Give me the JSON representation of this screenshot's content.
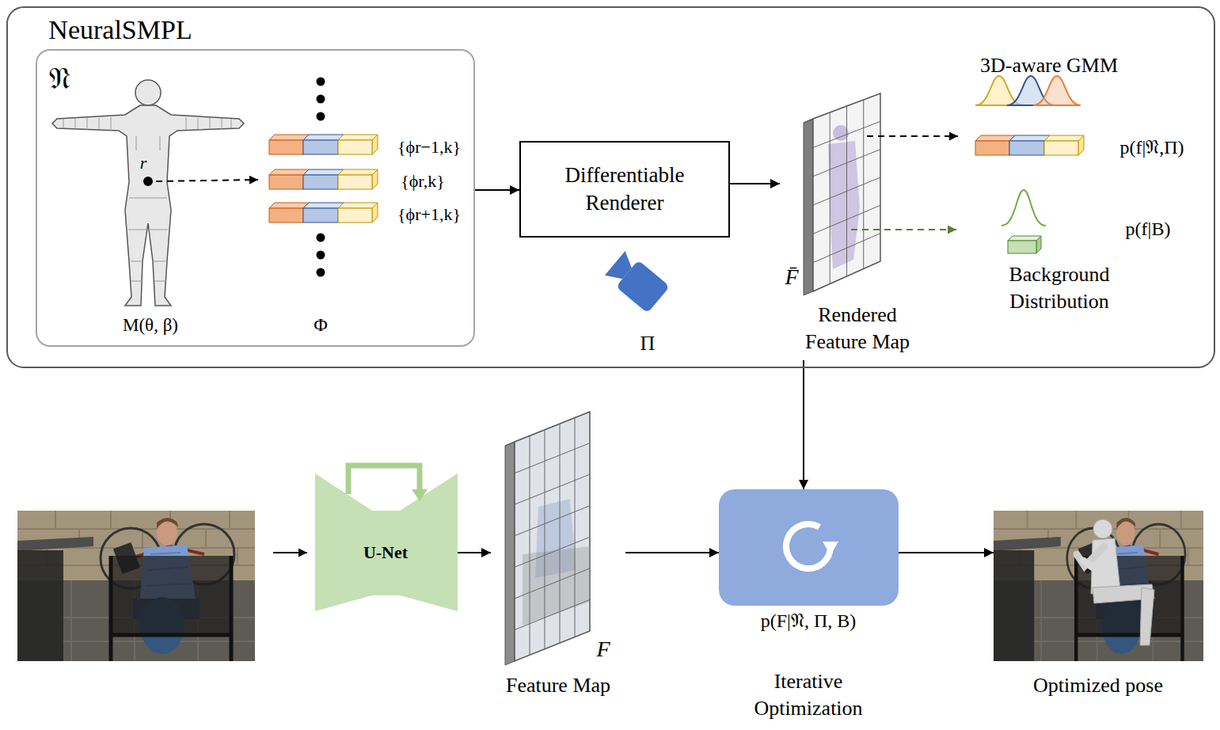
{
  "diagram": {
    "nodes": [
      {
        "text": [
          "NeuralSMPL"
        ]
      },
      {
        "text": [
          "𝔑"
        ],
        "in": 0
      },
      {
        "text": [
          "Differentiable Renderer"
        ],
        "in": 0
      },
      {
        "text": [
          "F̄",
          "Rendered Feature Map"
        ],
        "in": 0
      },
      {
        "text": [
          "U-Net"
        ]
      },
      {
        "text": [
          "F",
          "Feature Map"
        ]
      },
      {
        "text": [
          "p(F|𝔑, Π, B)",
          "Iterative Optimization"
        ]
      },
      {
        "text": [
          "Optimized pose"
        ]
      }
    ],
    "edges": [
      {
        "from": 1,
        "to": 2,
        "arrow": "to"
      },
      {
        "from": 2,
        "to": 3,
        "arrow": "to"
      },
      {
        "from": 3,
        "to": 6,
        "arrow": "to"
      },
      {
        "from": 4,
        "to": 5,
        "arrow": "to"
      },
      {
        "from": 5,
        "to": 6,
        "arrow": "to"
      },
      {
        "from": 6,
        "to": 7,
        "arrow": "to"
      }
    ],
    "labels": [
      "r",
      "M(θ, β)",
      "Φ",
      "{ϕr−1,k}",
      "{ϕr,k}",
      "{ϕr+1,k}",
      "Π",
      "3D-aware GMM",
      "p(f|𝔑,Π)",
      "p(f|B)",
      "Background Distribution"
    ]
  }
}
